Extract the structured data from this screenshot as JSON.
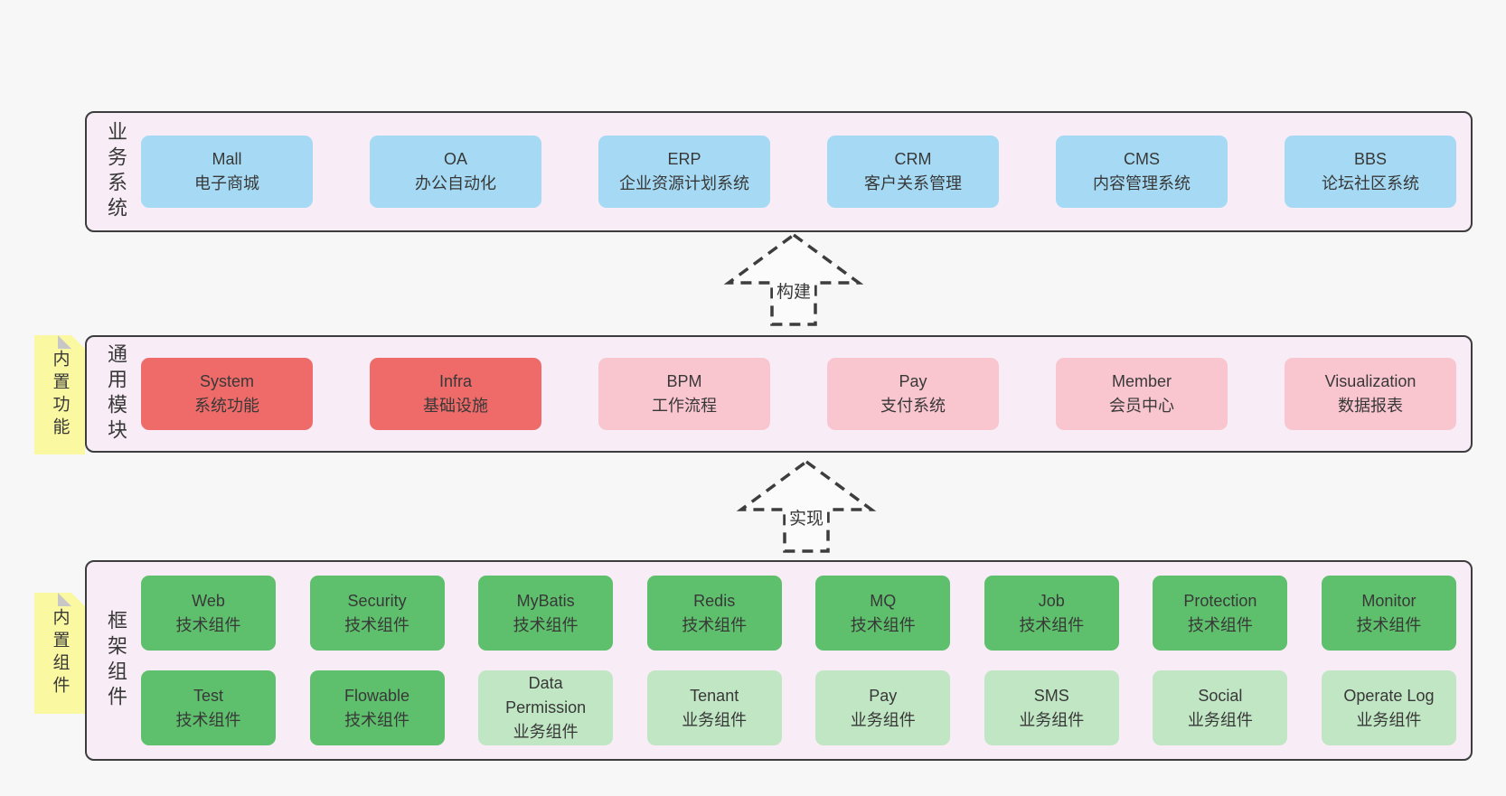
{
  "colors": {
    "page_bg": "#f7f7f7",
    "layer_bg": "#f8edf6",
    "line": "#3d3d3d",
    "text": "#383838",
    "blue": "#a6daf4",
    "red": "#ef6b69",
    "pink": "#f9c6cf",
    "green": "#5ec06c",
    "green_light": "#c0e6c4",
    "sticky": "#fbf8a2",
    "fold": "#c7c7c7",
    "arrow_fill": "#fbfbfb"
  },
  "layers": [
    {
      "label": "业务系统",
      "boxes": [
        {
          "en": "Mall",
          "zh": "电子商城"
        },
        {
          "en": "OA",
          "zh": "办公自动化"
        },
        {
          "en": "ERP",
          "zh": "企业资源计划系统"
        },
        {
          "en": "CRM",
          "zh": "客户关系管理"
        },
        {
          "en": "CMS",
          "zh": "内容管理系统"
        },
        {
          "en": "BBS",
          "zh": "论坛社区系统"
        }
      ]
    },
    {
      "label": "通用模块",
      "sticky": "内置功能",
      "boxes": [
        {
          "en": "System",
          "zh": "系统功能",
          "variant": "red"
        },
        {
          "en": "Infra",
          "zh": "基础设施",
          "variant": "red"
        },
        {
          "en": "BPM",
          "zh": "工作流程",
          "variant": "pink"
        },
        {
          "en": "Pay",
          "zh": "支付系统",
          "variant": "pink"
        },
        {
          "en": "Member",
          "zh": "会员中心",
          "variant": "pink"
        },
        {
          "en": "Visualization",
          "zh": "数据报表",
          "variant": "pink"
        }
      ]
    },
    {
      "label": "框架组件",
      "sticky": "内置组件",
      "rows": [
        [
          {
            "en": "Web",
            "zh": "技术组件",
            "variant": "green"
          },
          {
            "en": "Security",
            "zh": "技术组件",
            "variant": "green"
          },
          {
            "en": "MyBatis",
            "zh": "技术组件",
            "variant": "green"
          },
          {
            "en": "Redis",
            "zh": "技术组件",
            "variant": "green"
          },
          {
            "en": "MQ",
            "zh": "技术组件",
            "variant": "green"
          },
          {
            "en": "Job",
            "zh": "技术组件",
            "variant": "green"
          },
          {
            "en": "Protection",
            "zh": "技术组件",
            "variant": "green"
          },
          {
            "en": "Monitor",
            "zh": "技术组件",
            "variant": "green"
          }
        ],
        [
          {
            "en": "Test",
            "zh": "技术组件",
            "variant": "green"
          },
          {
            "en": "Flowable",
            "zh": "技术组件",
            "variant": "green"
          },
          {
            "en": "Data Permission",
            "zh": "业务组件",
            "variant": "green-light"
          },
          {
            "en": "Tenant",
            "zh": "业务组件",
            "variant": "green-light"
          },
          {
            "en": "Pay",
            "zh": "业务组件",
            "variant": "green-light"
          },
          {
            "en": "SMS",
            "zh": "业务组件",
            "variant": "green-light"
          },
          {
            "en": "Social",
            "zh": "业务组件",
            "variant": "green-light"
          },
          {
            "en": "Operate Log",
            "zh": "业务组件",
            "variant": "green-light"
          }
        ]
      ]
    }
  ],
  "arrows": [
    {
      "label": "构建"
    },
    {
      "label": "实现"
    }
  ]
}
